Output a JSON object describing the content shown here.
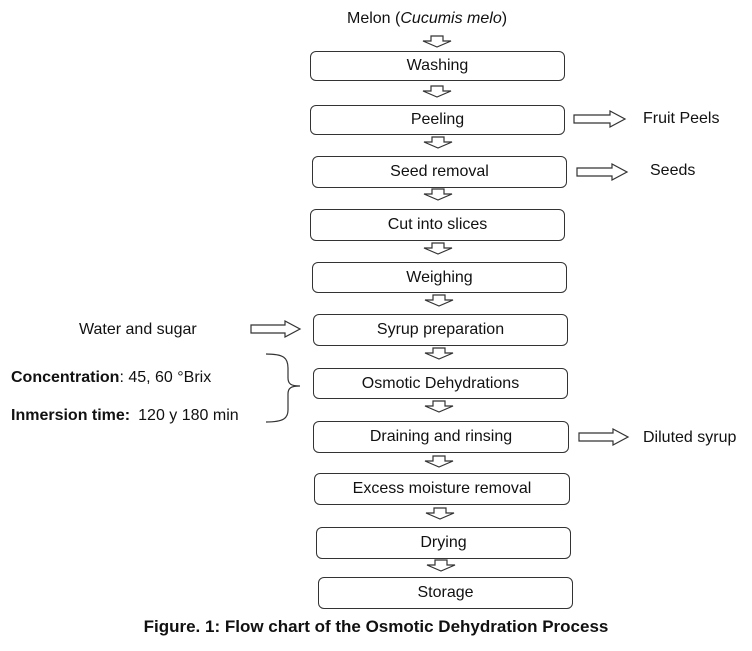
{
  "source": {
    "text": "Melon (",
    "italic": "Cucumis melo",
    "close": ")"
  },
  "steps": [
    "Washing",
    "Peeling",
    "Seed removal",
    "Cut into slices",
    "Weighing",
    "Syrup preparation",
    "Osmotic Dehydrations",
    "Draining and rinsing",
    "Excess moisture removal",
    "Drying",
    "Storage"
  ],
  "outputs": {
    "peels": "Fruit Peels",
    "seeds": "Seeds",
    "syrup": "Diluted syrup"
  },
  "inputs": {
    "water_sugar": "Water and sugar"
  },
  "conditions": {
    "concentration_label": "Concentration",
    "concentration_value": ": 45, 60 °Brix",
    "time_label": "Inmersion time:",
    "time_value": "120 y 180 min"
  },
  "caption": "Figure. 1: Flow chart of the Osmotic Dehydration Process",
  "colors": {
    "stroke": "#333333",
    "text": "#111111",
    "background": "#ffffff"
  }
}
